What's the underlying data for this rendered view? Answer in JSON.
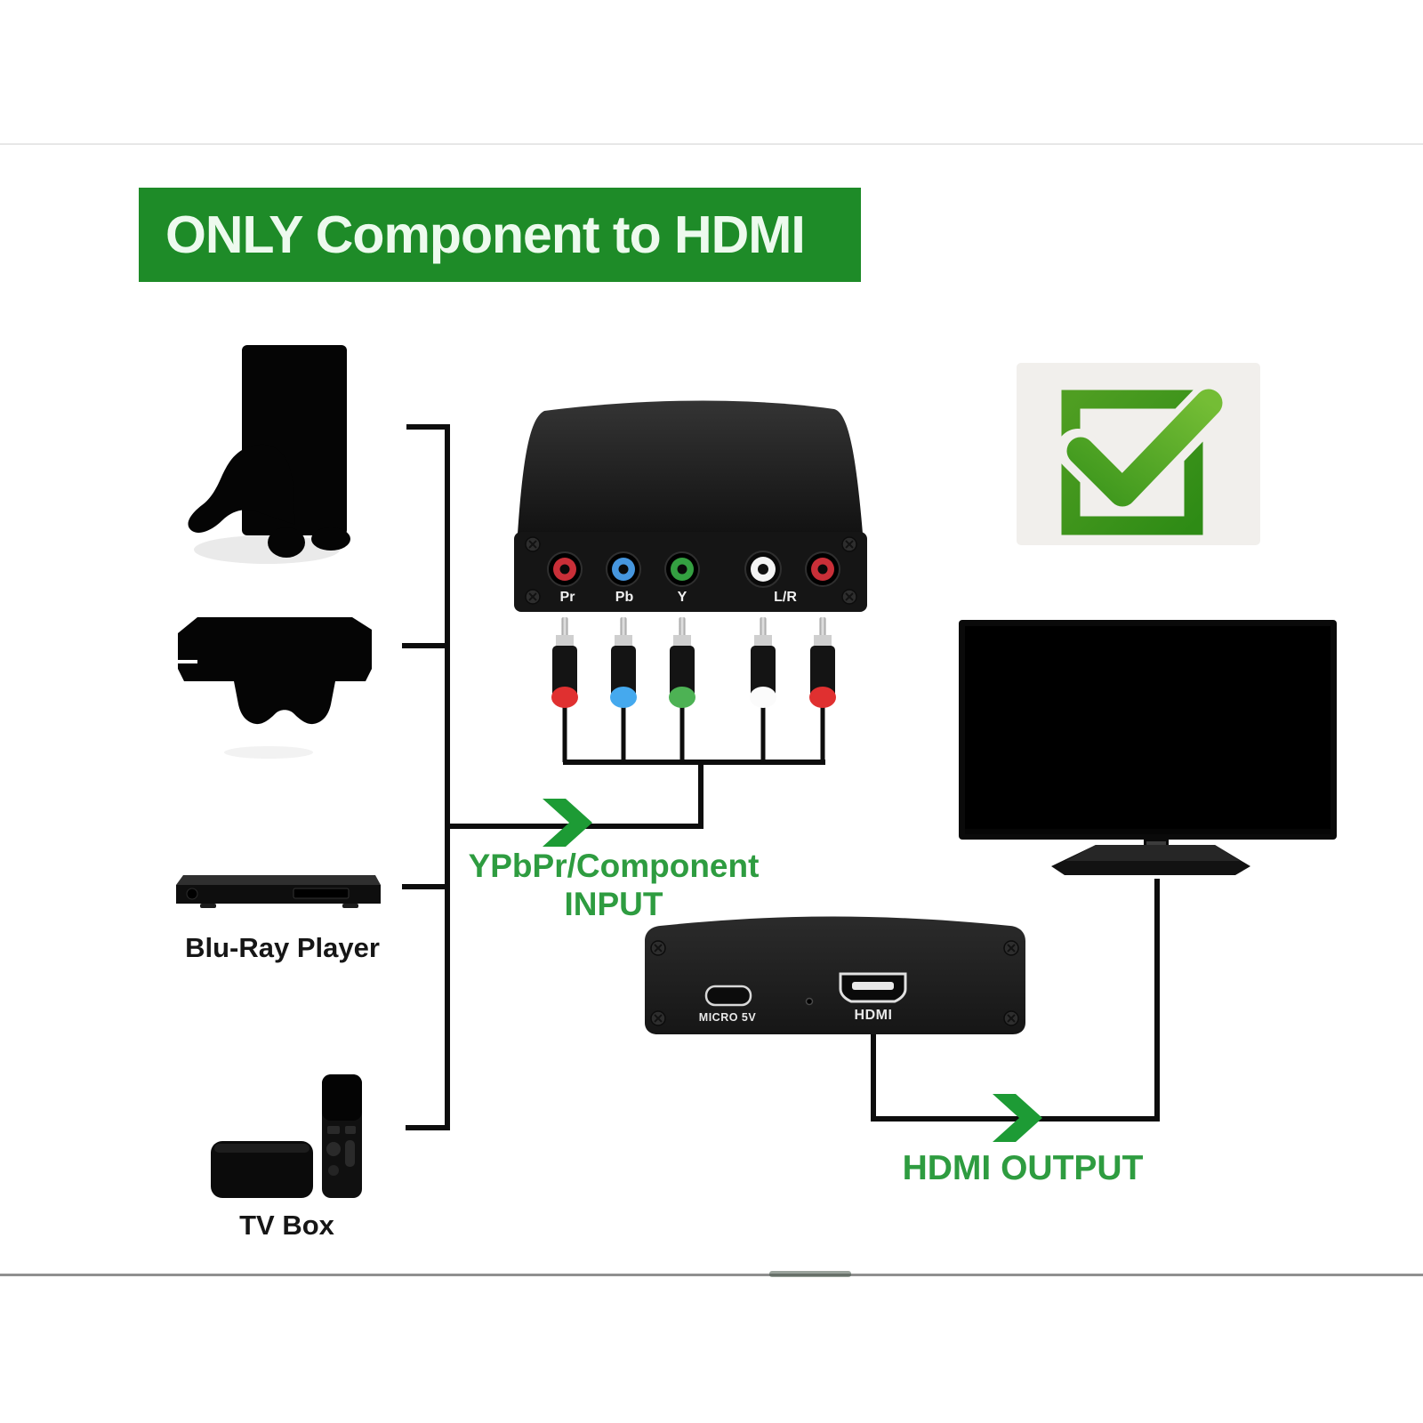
{
  "banner": {
    "title": "ONLY Component to HDMI",
    "bg_color": "#1e8b28",
    "text_color": "#edfaee"
  },
  "captions": {
    "input_line1": "YPbPr/Component",
    "input_line2": "INPUT",
    "output_label": "HDMI OUTPUT",
    "text_color": "#2e9c40"
  },
  "labels": {
    "bluray": "Blu-Ray Player",
    "tvbox": "TV Box"
  },
  "converter_front": {
    "ports": [
      {
        "label": "Pr",
        "color": "#c92f38"
      },
      {
        "label": "Pb",
        "color": "#4696de"
      },
      {
        "label": "Y",
        "color": "#34a041"
      },
      {
        "label": "L/R",
        "color": "#f4f4f4"
      },
      {
        "label": "",
        "color": "#c92f38"
      }
    ]
  },
  "converter_bottom": {
    "micro_label": "MICRO 5V",
    "hdmi_label": "HDMI"
  },
  "plugs": [
    {
      "color": "#e03030"
    },
    {
      "color": "#45a9ee"
    },
    {
      "color": "#4db254"
    },
    {
      "color": "#fbfbfb"
    },
    {
      "color": "#e03030"
    }
  ],
  "arrow_color": "#1d9b35",
  "check_icon": {
    "color_light": "#74bd35",
    "color_dark": "#2e8b15"
  },
  "wire_color": "#0d0d0d"
}
